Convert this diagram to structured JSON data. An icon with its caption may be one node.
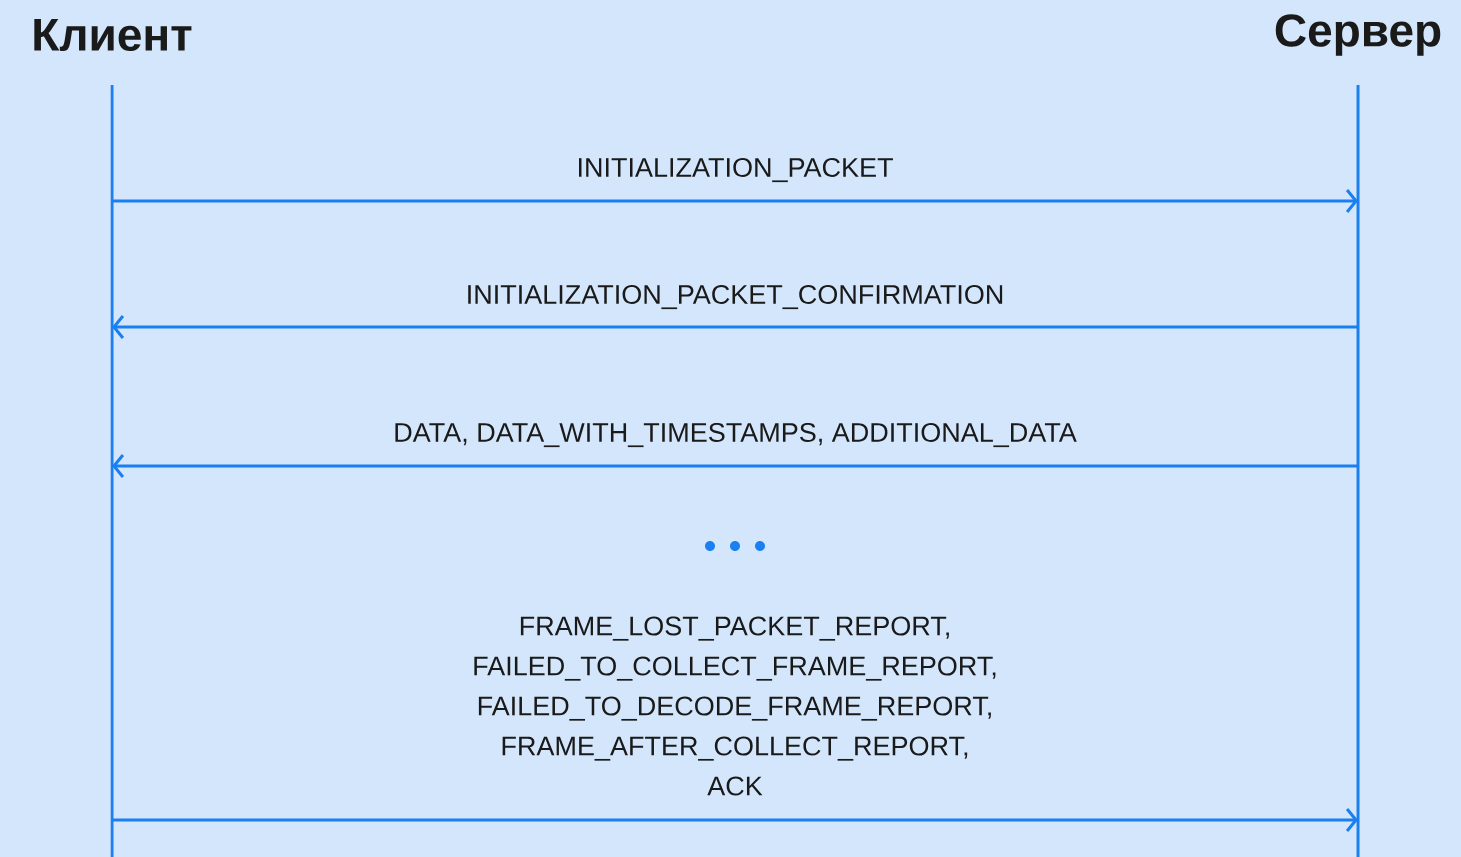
{
  "diagram": {
    "nodes": [
      {
        "text": [
          "Клиент"
        ]
      },
      {
        "text": [
          "Сервер"
        ]
      }
    ],
    "edges": [
      {
        "from": 0,
        "to": 1,
        "arrow": "to",
        "label": "INITIALIZATION_PACKET"
      },
      {
        "from": 1,
        "to": 0,
        "arrow": "to",
        "label": "INITIALIZATION_PACKET_CONFIRMATION"
      },
      {
        "from": 1,
        "to": 0,
        "arrow": "to",
        "label": "DATA, DATA_WITH_TIMESTAMPS, ADDITIONAL_DATA"
      },
      {
        "from": 0,
        "to": 1,
        "arrow": "to",
        "label": "FRAME_LOST_PACKET_REPORT, FAILED_TO_COLLECT_FRAME_REPORT, FAILED_TO_DECODE_FRAME_REPORT, FRAME_AFTER_COLLECT_REPORT, ACK"
      }
    ]
  }
}
